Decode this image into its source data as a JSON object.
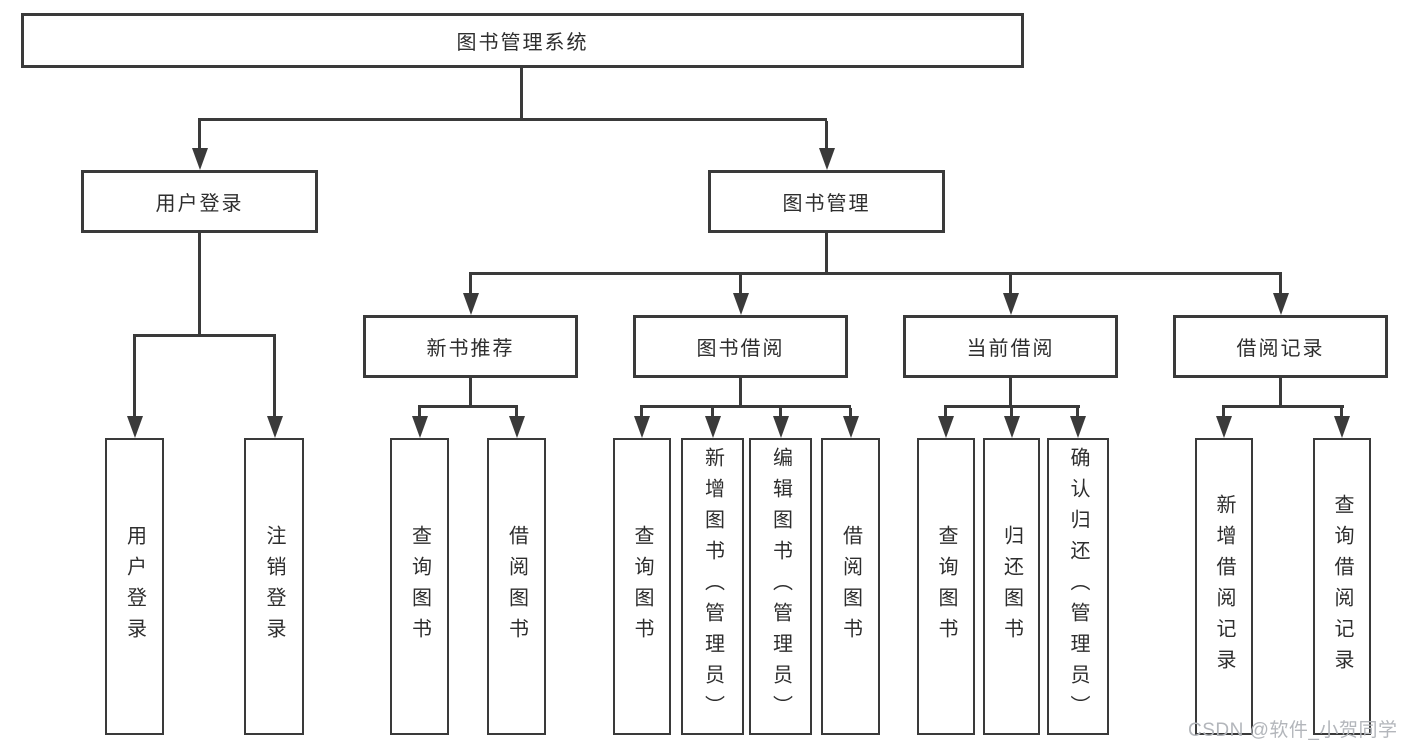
{
  "diagram": {
    "root": "图书管理系统",
    "level2": [
      {
        "label": "用户登录",
        "children": [
          "用户登录",
          "注销登录"
        ]
      },
      {
        "label": "图书管理",
        "children": [
          {
            "label": "新书推荐",
            "children": [
              "查询图书",
              "借阅图书"
            ]
          },
          {
            "label": "图书借阅",
            "children": [
              "查询图书",
              "新增图书（管理员）",
              "编辑图书（管理员）",
              "借阅图书"
            ]
          },
          {
            "label": "当前借阅",
            "children": [
              "查询图书",
              "归还图书",
              "确认归还（管理员）"
            ]
          },
          {
            "label": "借阅记录",
            "children": [
              "新增借阅记录",
              "查询借阅记录"
            ]
          }
        ]
      }
    ]
  },
  "colors": {
    "line": "#3a3a3a",
    "watermark": "#b3b6bb",
    "background": "#ffffff"
  },
  "watermark": "CSDN @软件_小贺同学"
}
